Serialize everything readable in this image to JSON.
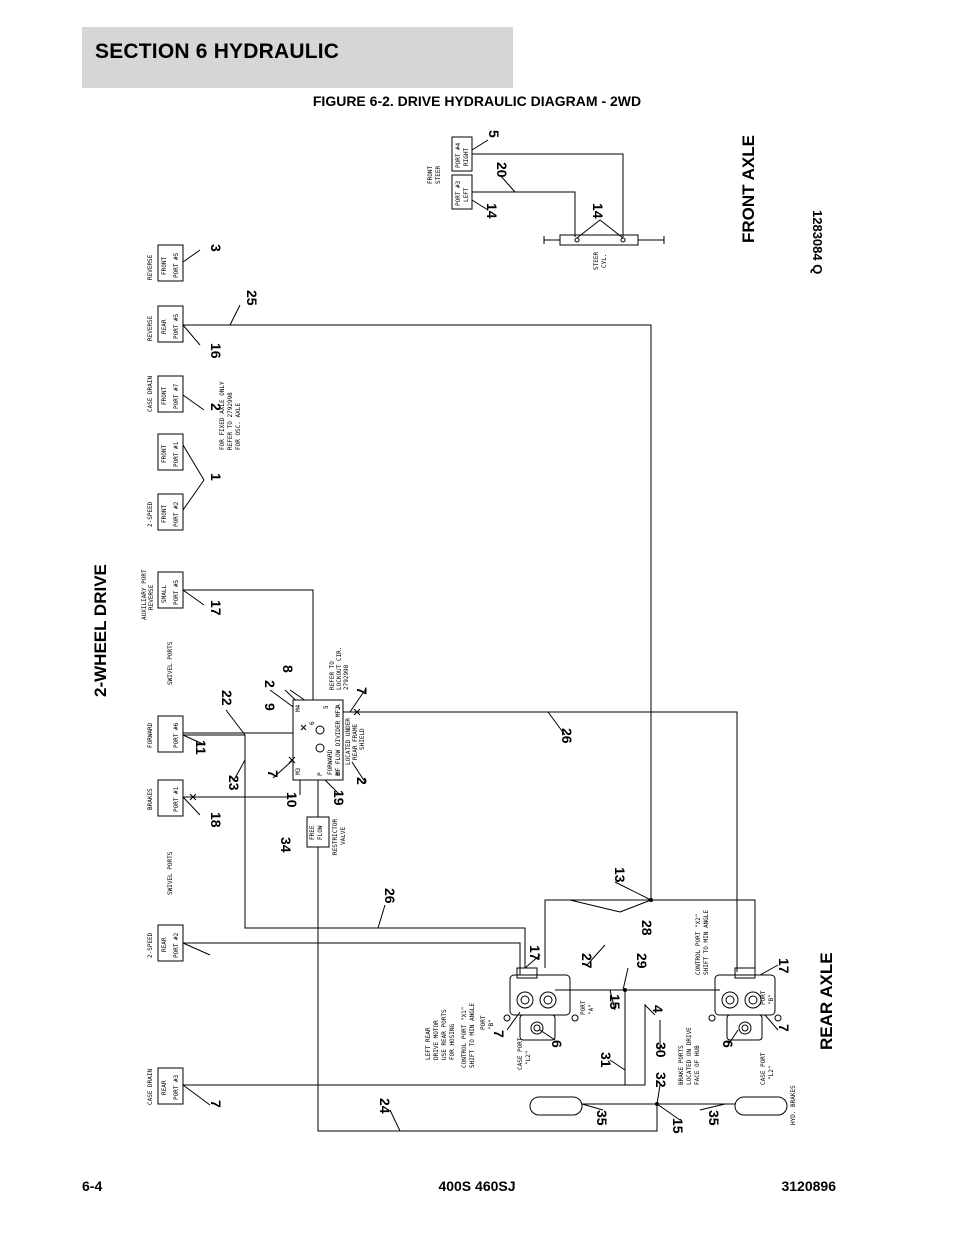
{
  "header": {
    "section_title": "SECTION 6   HYDRAULIC",
    "figure_title": "FIGURE 6-2. DRIVE HYDRAULIC DIAGRAM - 2WD"
  },
  "footer": {
    "page_number": "6-4",
    "model": "400S 460SJ",
    "doc_number": "3120896"
  },
  "diagram": {
    "heading_2wd": "2-WHEEL DRIVE",
    "heading_front_axle": "FRONT AXLE",
    "heading_rear_axle": "REAR AXLE",
    "drawing_number": "1283084 Q",
    "ports": {
      "reverse_front": [
        "REVERSE",
        "FRONT",
        "PORT #5"
      ],
      "reverse_rear": [
        "REVERSE",
        "REAR",
        "PORT #5"
      ],
      "case_drain_front": [
        "CASE DRAIN",
        "FRONT",
        "PORT #7"
      ],
      "front_1": [
        "FRONT",
        "PORT #1"
      ],
      "two_speed_front": [
        "2-SPEED",
        "FRONT",
        "PORT #2"
      ],
      "aux_reverse_small": [
        "AUXILIARY PORT",
        "REVERSE",
        "SMALL",
        "PORT #5"
      ],
      "forward": [
        "FORWARD",
        "PORT #6"
      ],
      "brakes": [
        "BRAKES",
        "PORT #1"
      ],
      "two_speed_rear": [
        "2-SPEED",
        "REAR",
        "PORT #2"
      ],
      "case_drain_rear": [
        "CASE DRAIN",
        "REAR",
        "PORT #3"
      ],
      "port4_right": [
        "PORT #4",
        "RIGHT"
      ],
      "port3_left": [
        "PORT #3",
        "LEFT"
      ]
    },
    "notes": {
      "fixed_axle": [
        "FOR FIXED AXLE ONLY",
        "REFER TO 2792998",
        "FOR OSC. AXLE"
      ],
      "swivel_ports_top": "SWIVEL PORTS",
      "swivel_ports_bottom": "SWIVEL PORTS",
      "front_steer": [
        "FRONT",
        "STEER"
      ],
      "steer_cyl": [
        "STEER",
        "CYL."
      ],
      "refer_lockout": [
        "REFER TO",
        "LOCKOUT CIR.",
        "2792998"
      ],
      "flow_divider": [
        "FORWARD",
        "MF FLOW DIVIDER MF2",
        "LOCATED UNDER",
        "REAR FRAME",
        "SHIELD"
      ],
      "restrictor": [
        "FREE",
        "FLOW",
        "RESTRICTOR",
        "VALVE"
      ],
      "left_rear": [
        "LEFT REAR",
        "DRIVE MOTOR",
        "USE REAR PORTS",
        "FOR HOSING"
      ],
      "control_port_xi": [
        "CONTROL PORT \"X1\"",
        "SHIFT TO MIN ANGLE"
      ],
      "control_port_x2": [
        "CONTROL PORT \"X2\"",
        "SHIFT TO MIN ANGLE"
      ],
      "brake_ports": [
        "BRAKE PORTS",
        "LOCATED ON DRIVE",
        "FACE OF HUB"
      ],
      "hyd_brakes": "HYD. BRAKES",
      "case_port_l2_left": [
        "CASE PORT",
        "\"L2\""
      ],
      "case_port_l2_right": [
        "CASE PORT",
        "\"L2\""
      ],
      "port_b_left": [
        "PORT",
        "\"B\""
      ],
      "port_a": [
        "PORT",
        "\"A\""
      ],
      "port_b_right": [
        "PORT",
        "\"B\""
      ],
      "fd_port_labels": [
        "M4",
        "M3",
        "5",
        "6",
        "A",
        "B",
        "P"
      ]
    },
    "callouts": [
      "3",
      "25",
      "16",
      "2",
      "1",
      "17",
      "22",
      "11",
      "23",
      "18",
      "2",
      "8",
      "9",
      "7",
      "7",
      "10",
      "19",
      "2",
      "34",
      "26",
      "26",
      "13",
      "28",
      "17",
      "27",
      "29",
      "15",
      "4",
      "7",
      "6",
      "30",
      "31",
      "32",
      "35",
      "35",
      "15",
      "24",
      "7",
      "17",
      "7",
      "6",
      "5",
      "20",
      "14",
      "14"
    ]
  }
}
